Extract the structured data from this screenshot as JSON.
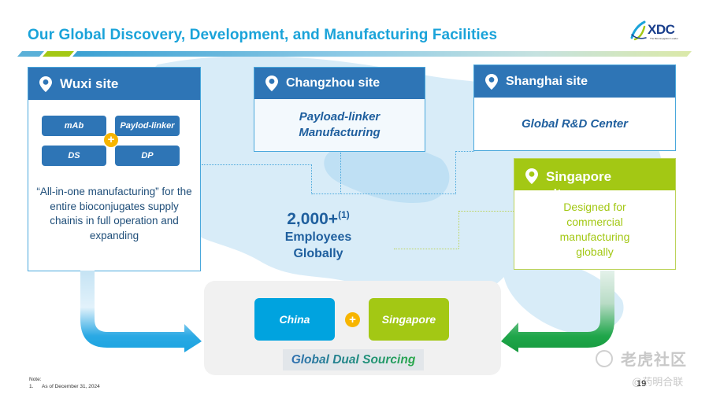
{
  "header": {
    "title": "Our Global Discovery, Development, and Manufacturing Facilities",
    "logo_text": "XDC",
    "logo_tagline": "The Bioconjugation Leader"
  },
  "colors": {
    "title": "#1aa3d9",
    "card_header_blue": "#2e75b6",
    "singapore_green": "#a3c814",
    "china_blue": "#00a3df",
    "plus_orange": "#f7b500",
    "arrow_green": "#1aa345"
  },
  "sites": {
    "wuxi": {
      "title": "Wuxi site",
      "icon": "map-pin-icon",
      "capabilities": [
        "mAb",
        "Paylod-linker",
        "DS",
        "DP"
      ],
      "description": "“All-in-one manufacturing” for the entire bioconjugates supply chainis in full operation and expanding"
    },
    "changzhou": {
      "title": "Changzhou site",
      "icon": "map-pin-icon",
      "description": "Payload-linker Manufacturing"
    },
    "shanghai": {
      "title": "Shanghai site",
      "icon": "map-pin-icon",
      "description": "Global R&D Center"
    },
    "singapore": {
      "title": "Singapore site",
      "icon": "map-pin-icon",
      "description": "Designed for commercial manufacturing globally"
    }
  },
  "employees": {
    "count": "2,000+",
    "footnote_ref": "(1)",
    "label_line1": "Employees",
    "label_line2": "Globally"
  },
  "dual_sourcing": {
    "left": "China",
    "plus": "+",
    "right": "Singapore",
    "caption": "Global Dual Sourcing"
  },
  "footer": {
    "note_label": "Note:",
    "note_number": "1.",
    "note_text": "As of December 31, 2024",
    "page_number": "19"
  },
  "watermark": {
    "brand": "老虎社区",
    "sub": "@药明合联"
  }
}
